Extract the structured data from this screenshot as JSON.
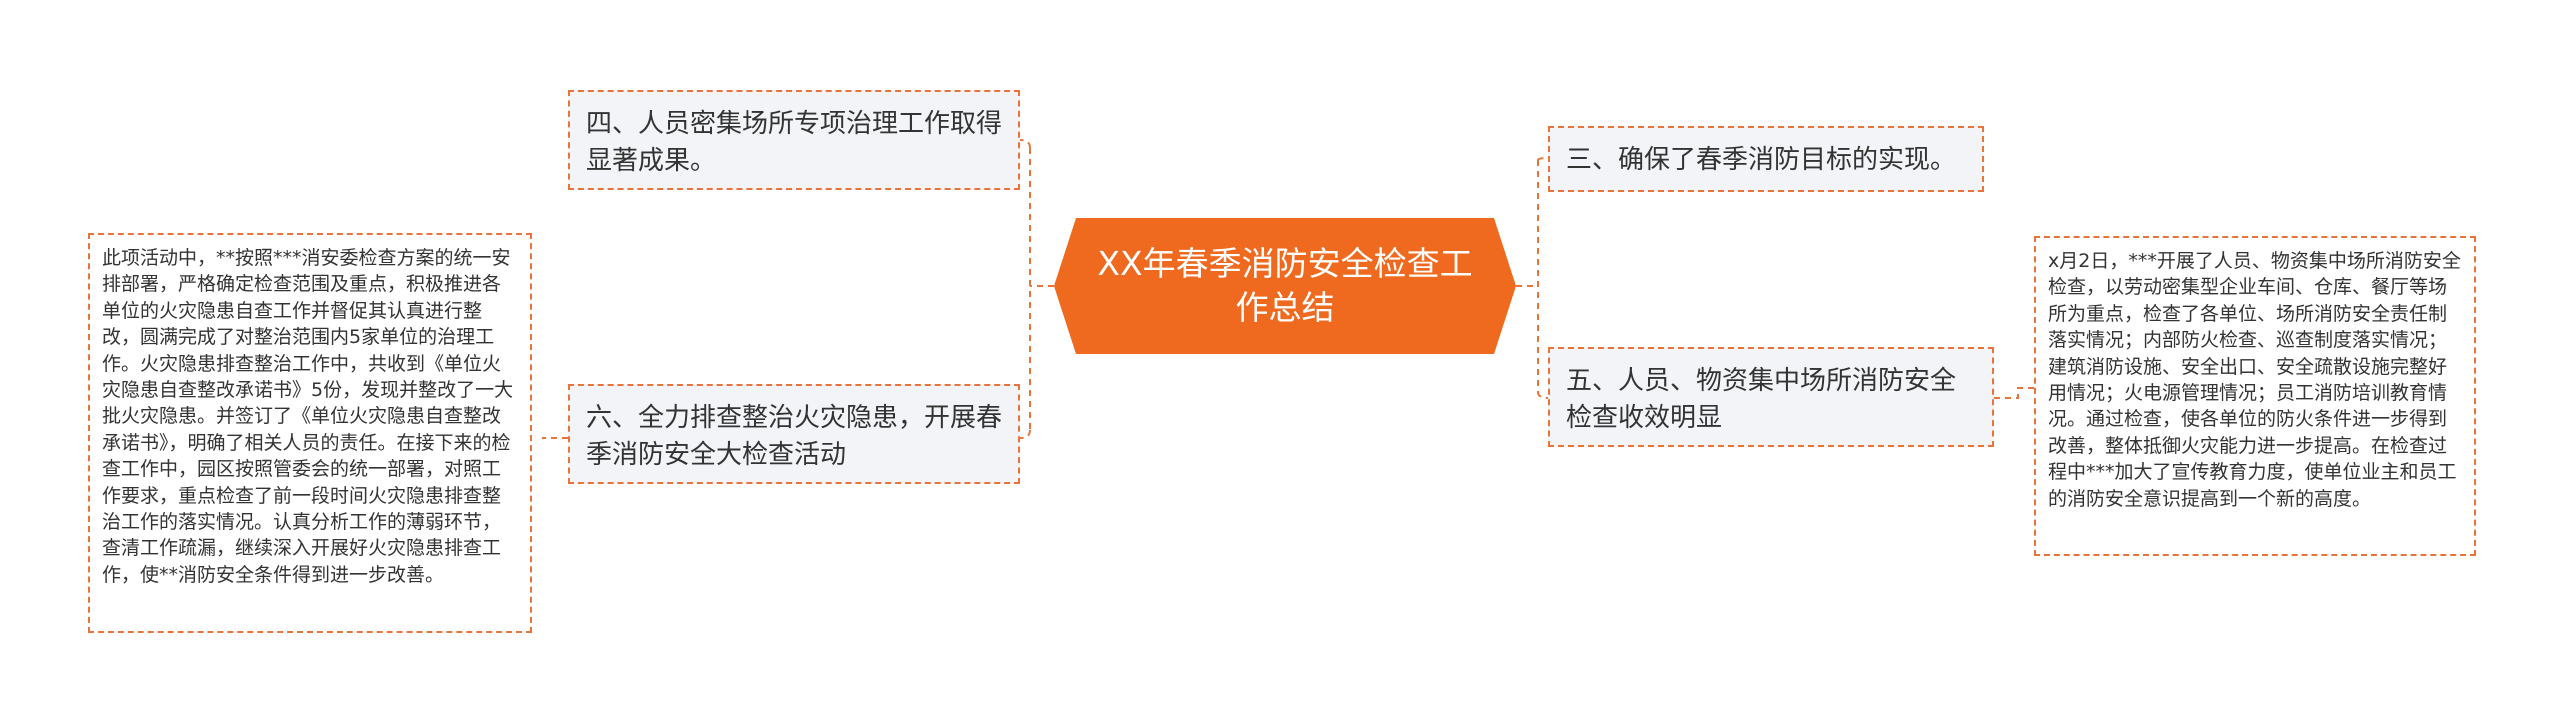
{
  "center": {
    "title": "XX年春季消防安全检查工作总结"
  },
  "left": [
    {
      "label": "四、人员密集场所专项治理工作取得显著成果。"
    },
    {
      "label": "六、全力排查整治火灾隐患，开展春季消防安全大检查活动",
      "detail": "此项活动中，**按照***消安委检查方案的统一安排部署，严格确定检查范围及重点，积极推进各单位的火灾隐患自查工作并督促其认真进行整改，圆满完成了对整治范围内5家单位的治理工作。火灾隐患排查整治工作中，共收到《单位火灾隐患自查整改承诺书》5份，发现并整改了一大批火灾隐患。并签订了《单位火灾隐患自查整改承诺书》，明确了相关人员的责任。在接下来的检查工作中，园区按照管委会的统一部署，对照工作要求，重点检查了前一段时间火灾隐患排查整治工作的落实情况。认真分析工作的薄弱环节，查清工作疏漏，继续深入开展好火灾隐患排查工作，使**消防安全条件得到进一步改善。"
    }
  ],
  "right": [
    {
      "label": "三、确保了春季消防目标的实现。"
    },
    {
      "label": "五、人员、物资集中场所消防安全检查收效明显",
      "detail": "x月2日，***开展了人员、物资集中场所消防安全检查，以劳动密集型企业车间、仓库、餐厅等场所为重点，检查了各单位、场所消防安全责任制落实情况；内部防火检查、巡查制度落实情况；建筑消防设施、安全出口、安全疏散设施完整好用情况；火电源管理情况；员工消防培训教育情况。通过检查，使各单位的防火条件进一步得到改善，整体抵御火灾能力进一步提高。在检查过程中***加大了宣传教育力度，使单位业主和员工的消防安全意识提高到一个新的高度。"
    }
  ],
  "colors": {
    "accent": "#ef6a1e",
    "line": "#e8743b",
    "box_fill": "#f2f4f7",
    "text": "#333333"
  }
}
